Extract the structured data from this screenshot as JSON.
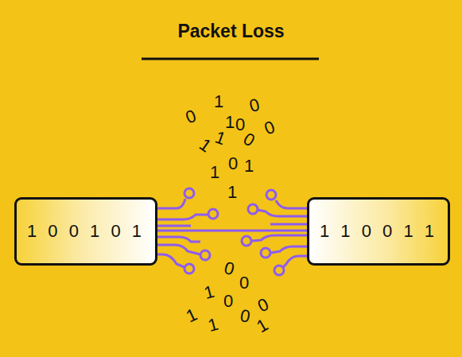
{
  "diagram": {
    "title": "Packet Loss",
    "nodes": [
      {
        "text": [
          "1 0 0 1 0 1"
        ]
      },
      {
        "text": [
          "1 1 0 0 1 1"
        ]
      }
    ],
    "edges": [
      {
        "from": 0,
        "to": 1,
        "arrow": "none"
      }
    ],
    "labels": [
      "0",
      "1",
      "0",
      "1",
      "0",
      "0",
      "1",
      "1",
      "0",
      "1",
      "0",
      "1",
      "1",
      "0",
      "0",
      "1",
      "0",
      "0",
      "1",
      "1",
      "0",
      "1"
    ]
  }
}
